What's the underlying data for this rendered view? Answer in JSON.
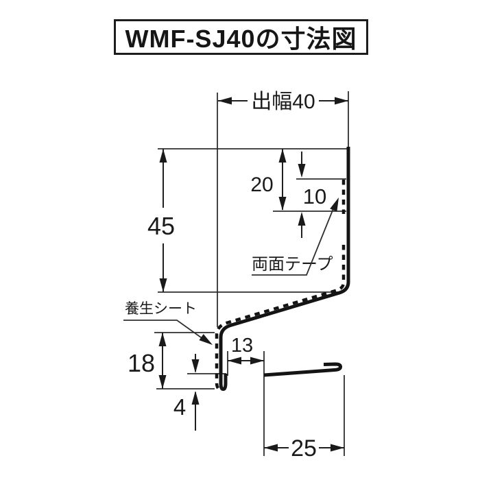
{
  "title": "WMF-SJ40の寸法図",
  "dimensions": {
    "projection_width": "出幅40",
    "overall_height": "45",
    "tape_offset_top": "20",
    "tape_length": "10",
    "lower_height": "18",
    "hem_height": "4",
    "gap_width": "13",
    "base_width": "25"
  },
  "annotations": {
    "double_sided_tape": "両面テープ",
    "protection_sheet": "養生シート"
  },
  "colors": {
    "line": "#1f1f1f",
    "background": "#ffffff"
  }
}
